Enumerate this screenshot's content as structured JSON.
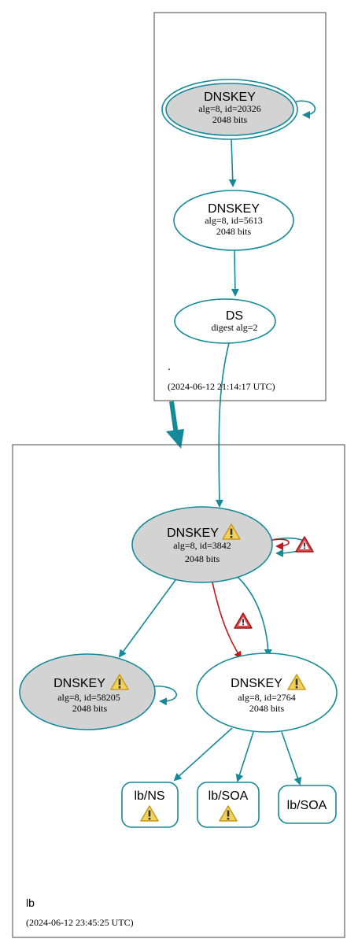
{
  "root_zone": {
    "name": ".",
    "timestamp": "(2024-06-12 21:14:17 UTC)",
    "ksk": {
      "title": "DNSKEY",
      "detail": "alg=8, id=20326",
      "size": "2048 bits"
    },
    "zsk": {
      "title": "DNSKEY",
      "detail": "alg=8, id=5613",
      "size": "2048 bits"
    },
    "ds": {
      "title": "DS",
      "detail": "digest alg=2"
    }
  },
  "lb_zone": {
    "name": "lb",
    "timestamp": "(2024-06-12 23:45:25 UTC)",
    "ksk": {
      "title": "DNSKEY",
      "detail": "alg=8, id=3842",
      "size": "2048 bits"
    },
    "key_left": {
      "title": "DNSKEY",
      "detail": "alg=8, id=58205",
      "size": "2048 bits"
    },
    "key_right": {
      "title": "DNSKEY",
      "detail": "alg=8, id=2764",
      "size": "2048 bits"
    },
    "rrset_ns": {
      "label": "lb/NS"
    },
    "rrset_soa_warn": {
      "label": "lb/SOA"
    },
    "rrset_soa": {
      "label": "lb/SOA"
    }
  },
  "colors": {
    "edge": "#148a98",
    "edge_error": "#c0171c",
    "node_fill_grey": "#d3d3d3",
    "warning": "#e2b32a",
    "error_icon": "#c0171c",
    "border": "#444444"
  }
}
